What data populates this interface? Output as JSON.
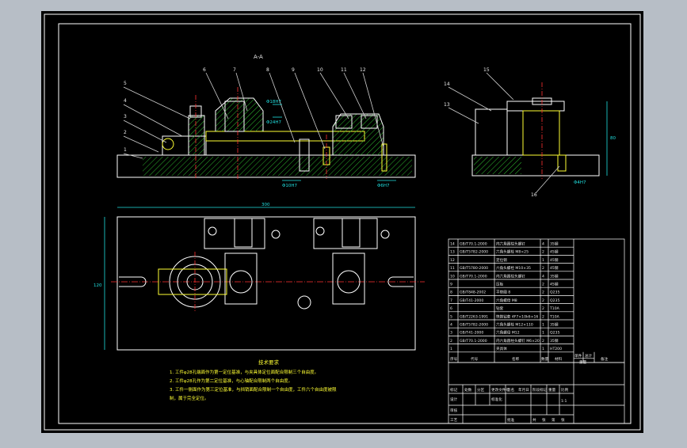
{
  "colors": {
    "ui_bg": "#b7bec6",
    "sheet": "#000000",
    "frame": "#ffffff",
    "outline": "#ffffff",
    "center_line": "#ff3030",
    "dimension": "#20e0e0",
    "part": "#ffff33",
    "section_hatch": "#30c030",
    "leader": "#d0d0d0",
    "label": "#e8e8e8",
    "notes_text": "#ffff33"
  },
  "section_label": "A-A",
  "balloons_front": [
    "5",
    "4",
    "3",
    "2",
    "1",
    "6",
    "7",
    "8",
    "9",
    "10",
    "11",
    "12"
  ],
  "balloons_side": [
    "14",
    "15",
    "13",
    "16"
  ],
  "dimensions": {
    "fit_top": "Φ18H7",
    "fit_mid": "Φ24H7",
    "fit_left": "Φ10H7",
    "fit_right": "Φ6H7",
    "side_height": "80",
    "side_fit": "Φ4H7",
    "plan_width": "300",
    "plan_height": "120"
  },
  "notes": {
    "title": "技术要求",
    "lines": [
      "1. 工件φ28孔端面作为第一定位基准，与夹具体定位面配合限制三个自由度。",
      "2. 工件φ28孔作为第二定位基准，与心轴配合限制两个自由度。",
      "3. 工件一侧面作为第三定位基准，与挡销面配合限制一个自由度，工件六个自由度被限",
      "   制，属于完全定位。"
    ]
  },
  "bom": {
    "rows": [
      {
        "no": "14",
        "std": "GB/T70.1-2000",
        "name": "内六角圆柱头螺钉",
        "qty": "4",
        "mat": "35钢"
      },
      {
        "no": "13",
        "std": "GB/T5782-2000",
        "name": "六角头螺栓 M8×25",
        "qty": "2",
        "mat": "45钢"
      },
      {
        "no": "12",
        "std": "",
        "name": "定位销",
        "qty": "1",
        "mat": "45钢"
      },
      {
        "no": "11",
        "std": "GB/T5780-2000",
        "name": "六角头螺栓 M10×35",
        "qty": "2",
        "mat": "45钢"
      },
      {
        "no": "10",
        "std": "GB/T70.1-2000",
        "name": "内六角圆柱头螺钉",
        "qty": "4",
        "mat": "35钢"
      },
      {
        "no": "9",
        "std": "",
        "name": "压板",
        "qty": "2",
        "mat": "45钢"
      },
      {
        "no": "8",
        "std": "GB/T848-2002",
        "name": "平垫圈 8",
        "qty": "2",
        "mat": "Q235"
      },
      {
        "no": "7",
        "std": "GB/T41-2000",
        "name": "六角螺母 M8",
        "qty": "2",
        "mat": "Q235"
      },
      {
        "no": "6",
        "std": "",
        "name": "钻套",
        "qty": "2",
        "mat": "T10A"
      },
      {
        "no": "5",
        "std": "GB/T2263-1991",
        "name": "快换钻套 4F7×10k6×16",
        "qty": "2",
        "mat": "T10A"
      },
      {
        "no": "4",
        "std": "GB/T5782-2000",
        "name": "六角头螺栓 M12×110",
        "qty": "1",
        "mat": "35钢"
      },
      {
        "no": "3",
        "std": "GB/T41-2000",
        "name": "六角螺母 M12",
        "qty": "1",
        "mat": "Q235"
      },
      {
        "no": "2",
        "std": "GB/T70.1-2000",
        "name": "内六角圆柱头螺钉 M6×20",
        "qty": "2",
        "mat": "35钢"
      },
      {
        "no": "1",
        "std": "",
        "name": "夹具体",
        "qty": "1",
        "mat": "HT200"
      }
    ],
    "header": {
      "no": "序号",
      "std": "代号",
      "name": "名称",
      "qty": "数量",
      "mat": "材料",
      "unit_weight": "单件",
      "total_weight": "总计",
      "weight": "重量",
      "remark": "备注"
    }
  },
  "title_block": {
    "rev_cols": [
      "标记",
      "处数",
      "分区",
      "更改文件号",
      "签名",
      "年月日"
    ],
    "rows_left": [
      "设计",
      "审核",
      "工艺"
    ],
    "std_label": "标准化",
    "approve_label": "批准",
    "stage_cols": [
      "阶段标记",
      "重量",
      "比例"
    ],
    "scale": "1:1",
    "sheet_info": [
      "共",
      "张",
      "第",
      "张"
    ]
  }
}
